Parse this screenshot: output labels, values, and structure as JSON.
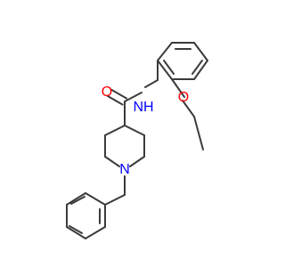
{
  "molecule": {
    "atoms": {
      "oxygen_carbonyl": {
        "label": "O",
        "color": "#ff0000"
      },
      "nitrogen_amide": {
        "label": "NH",
        "color": "#0000ff"
      },
      "oxygen_ether": {
        "label": "O",
        "color": "#ff0000"
      },
      "nitrogen_piperidine": {
        "label": "N",
        "color": "#0000ff"
      }
    },
    "bond_color": "#3b3b3b",
    "background": "#ffffff"
  }
}
